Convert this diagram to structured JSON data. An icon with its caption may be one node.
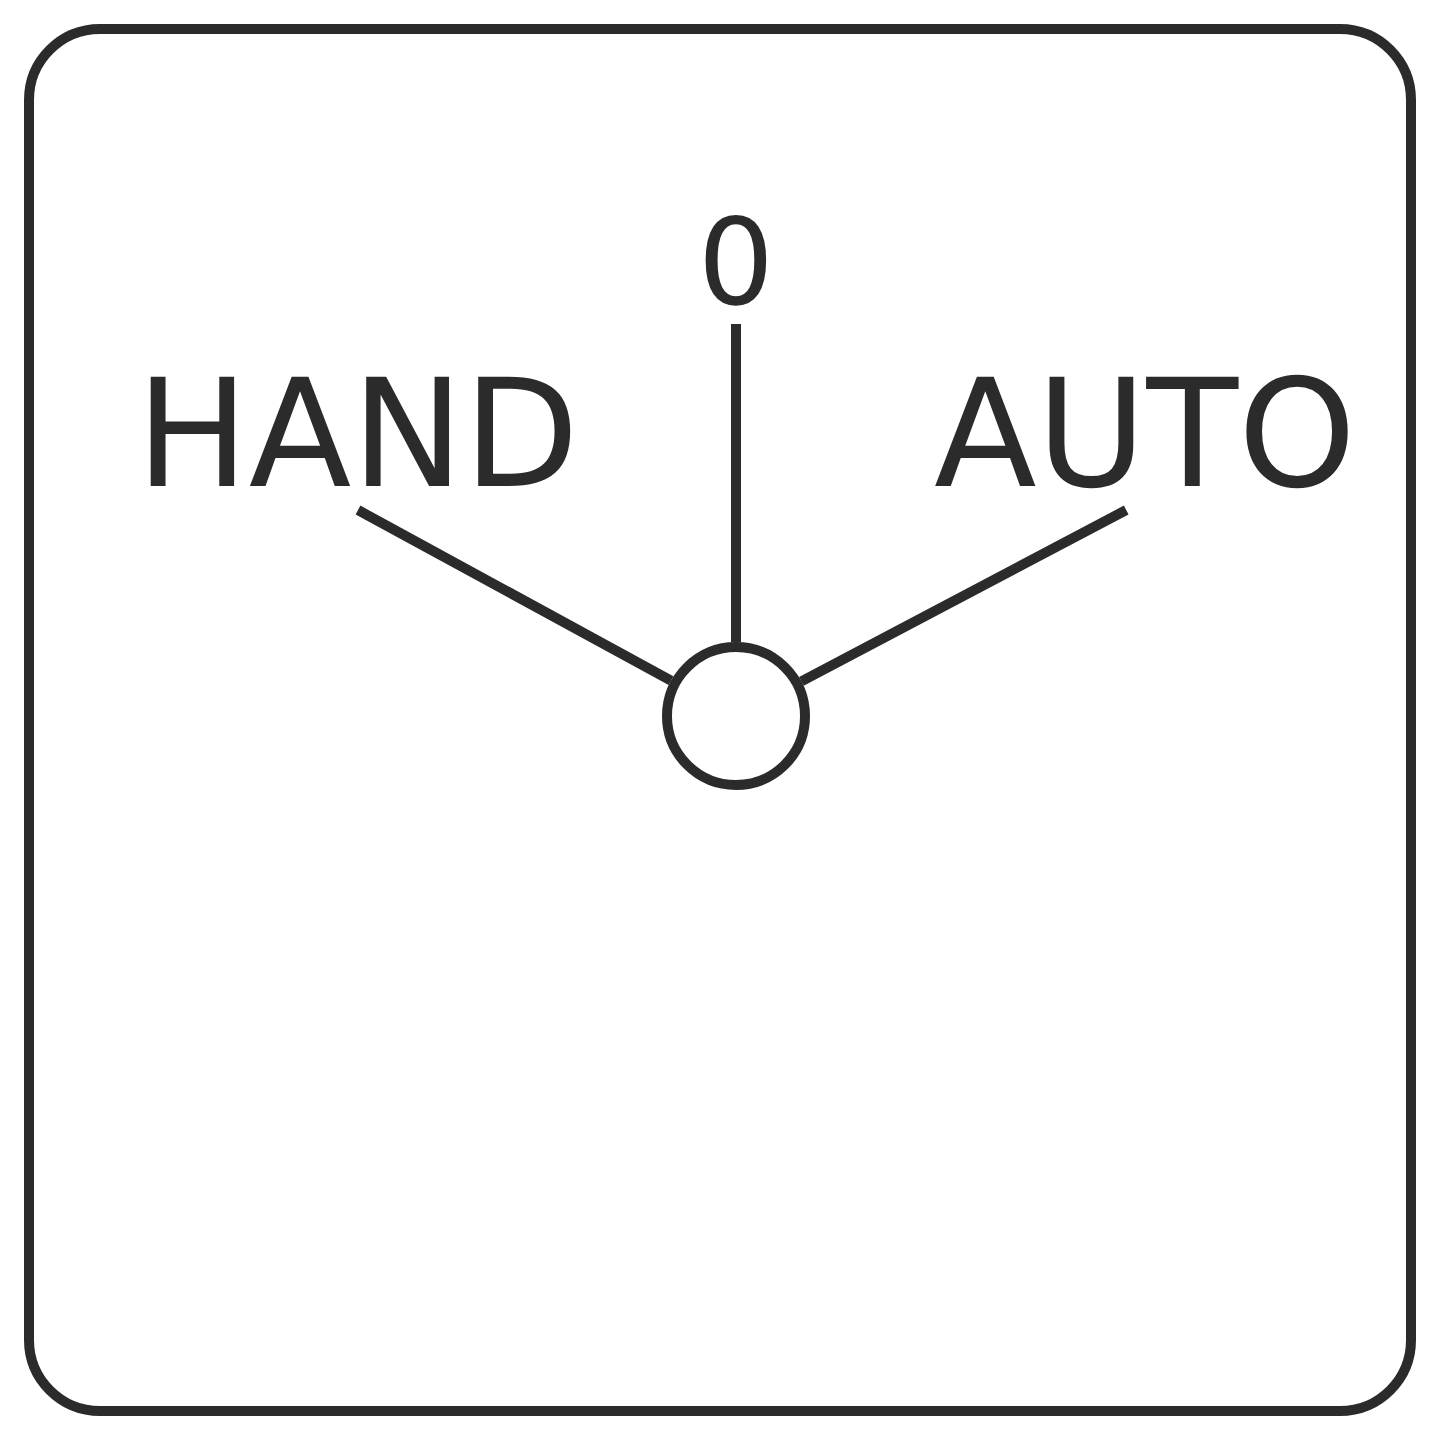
{
  "diagram": {
    "nodes": [
      {
        "text": [],
        "shape": "box"
      },
      {
        "text": [
          "0"
        ],
        "in": 0
      },
      {
        "text": [
          "HAND"
        ],
        "in": 0
      },
      {
        "text": [
          "AUTO"
        ],
        "in": 0
      },
      {
        "text": [],
        "shape": "circle",
        "in": 0
      }
    ],
    "edges": [
      {
        "from": 4,
        "to": 2,
        "arrow": "none"
      },
      {
        "from": 4,
        "to": 1,
        "arrow": "none"
      },
      {
        "from": 4,
        "to": 3,
        "arrow": "none"
      }
    ]
  }
}
